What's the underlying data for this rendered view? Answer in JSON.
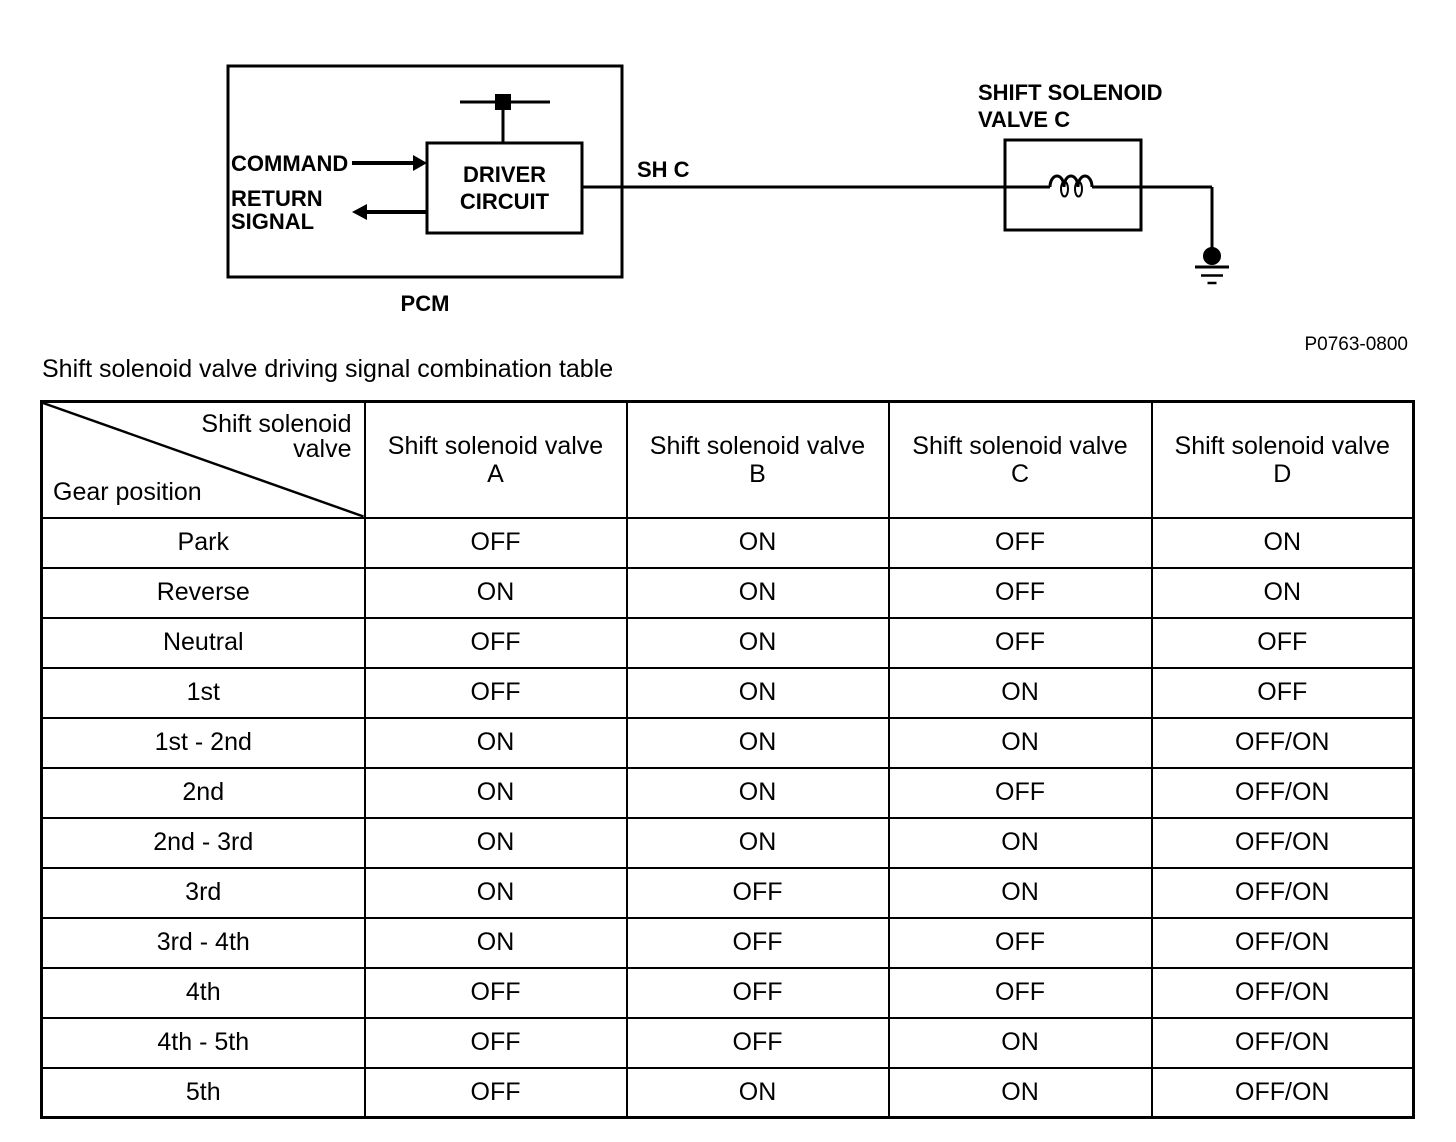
{
  "diagram": {
    "command_label": "COMMAND",
    "return_signal_label": "RETURN SIGNAL",
    "driver_circuit_label": "DRIVER CIRCUIT",
    "pcm_label": "PCM",
    "wire_label": "SH C",
    "solenoid_label": "SHIFT SOLENOID VALVE C",
    "figure_code": "P0763-0800",
    "line_color": "#000000",
    "background_color": "#ffffff"
  },
  "table": {
    "caption": "Shift solenoid valve driving signal combination table",
    "corner": {
      "column_axis_label": "Shift solenoid valve",
      "row_axis_label": "Gear position"
    },
    "columns": [
      {
        "line1": "Shift solenoid valve",
        "line2": "A"
      },
      {
        "line1": "Shift solenoid valve",
        "line2": "B"
      },
      {
        "line1": "Shift solenoid valve",
        "line2": "C"
      },
      {
        "line1": "Shift solenoid valve",
        "line2": "D"
      }
    ],
    "rows": [
      {
        "gear": "Park",
        "a": "OFF",
        "b": "ON",
        "c": "OFF",
        "d": "ON"
      },
      {
        "gear": "Reverse",
        "a": "ON",
        "b": "ON",
        "c": "OFF",
        "d": "ON"
      },
      {
        "gear": "Neutral",
        "a": "OFF",
        "b": "ON",
        "c": "OFF",
        "d": "OFF"
      },
      {
        "gear": "1st",
        "a": "OFF",
        "b": "ON",
        "c": "ON",
        "d": "OFF"
      },
      {
        "gear": "1st - 2nd",
        "a": "ON",
        "b": "ON",
        "c": "ON",
        "d": "OFF/ON"
      },
      {
        "gear": "2nd",
        "a": "ON",
        "b": "ON",
        "c": "OFF",
        "d": "OFF/ON"
      },
      {
        "gear": "2nd - 3rd",
        "a": "ON",
        "b": "ON",
        "c": "ON",
        "d": "OFF/ON"
      },
      {
        "gear": "3rd",
        "a": "ON",
        "b": "OFF",
        "c": "ON",
        "d": "OFF/ON"
      },
      {
        "gear": "3rd - 4th",
        "a": "ON",
        "b": "OFF",
        "c": "OFF",
        "d": "OFF/ON"
      },
      {
        "gear": "4th",
        "a": "OFF",
        "b": "OFF",
        "c": "OFF",
        "d": "OFF/ON"
      },
      {
        "gear": "4th - 5th",
        "a": "OFF",
        "b": "OFF",
        "c": "ON",
        "d": "OFF/ON"
      },
      {
        "gear": "5th",
        "a": "OFF",
        "b": "ON",
        "c": "ON",
        "d": "OFF/ON"
      }
    ]
  }
}
